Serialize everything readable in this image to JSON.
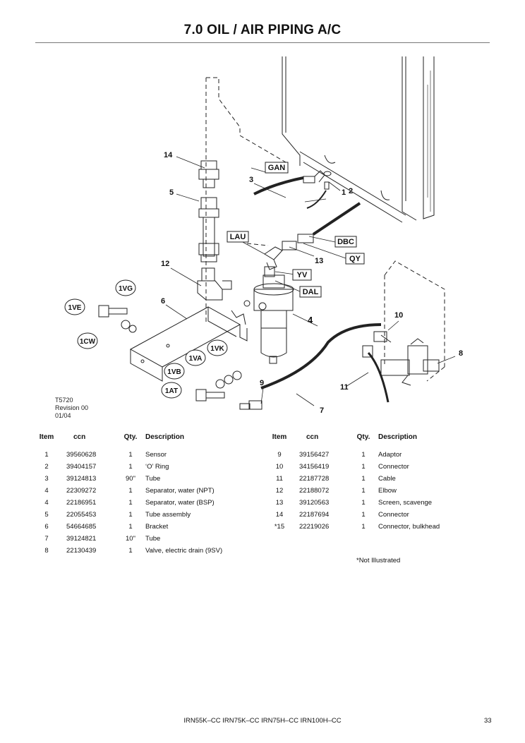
{
  "page": {
    "title": "7.0  OIL / AIR PIPING A/C",
    "footer_models": "IRN55K–CC   IRN75K–CC  IRN75H–CC  IRN100H–CC",
    "page_number": "33"
  },
  "diagram": {
    "drawing_no": "T5720",
    "revision": "Revision 00",
    "date": "01/04",
    "callouts": [
      "1",
      "2",
      "3",
      "4",
      "5",
      "6",
      "7",
      "8",
      "9",
      "10",
      "11",
      "12",
      "13",
      "14"
    ],
    "boxed_labels": [
      "GAN",
      "LAU",
      "DBC",
      "QY",
      "YV",
      "DAL"
    ],
    "circled_labels": [
      "1VG",
      "1VE",
      "1CW",
      "1VK",
      "1VA",
      "1VB",
      "1AT"
    ]
  },
  "table": {
    "headers": {
      "item": "Item",
      "ccn": "ccn",
      "qty": "Qty.",
      "description": "Description"
    },
    "left_rows": [
      {
        "item": "1",
        "ccn": "39560628",
        "qty": "1",
        "description": "Sensor"
      },
      {
        "item": "2",
        "ccn": "39404157",
        "qty": "1",
        "description": "‘O’ Ring"
      },
      {
        "item": "3",
        "ccn": "39124813",
        "qty": "90\"",
        "description": "Tube"
      },
      {
        "item": "4",
        "ccn": "22309272",
        "qty": "1",
        "description": "Separator, water (NPT)"
      },
      {
        "item": "4",
        "ccn": "22186951",
        "qty": "1",
        "description": "Separator, water (BSP)"
      },
      {
        "item": "5",
        "ccn": "22055453",
        "qty": "1",
        "description": "Tube assembly"
      },
      {
        "item": "6",
        "ccn": "54664685",
        "qty": "1",
        "description": "Bracket"
      },
      {
        "item": "7",
        "ccn": "39124821",
        "qty": "10\"",
        "description": "Tube"
      },
      {
        "item": "8",
        "ccn": "22130439",
        "qty": "1",
        "description": "Valve, electric drain (9SV)"
      }
    ],
    "right_rows": [
      {
        "item": "9",
        "ccn": "39156427",
        "qty": "1",
        "description": "Adaptor"
      },
      {
        "item": "10",
        "ccn": "34156419",
        "qty": "1",
        "description": "Connector"
      },
      {
        "item": "11",
        "ccn": "22187728",
        "qty": "1",
        "description": "Cable"
      },
      {
        "item": "12",
        "ccn": "22188072",
        "qty": "1",
        "description": "Elbow"
      },
      {
        "item": "13",
        "ccn": "39120563",
        "qty": "1",
        "description": "Screen, scavenge"
      },
      {
        "item": "14",
        "ccn": "22187694",
        "qty": "1",
        "description": "Connector"
      },
      {
        "item": "*15",
        "ccn": "22219026",
        "qty": "1",
        "description": "Connector, bulkhead"
      }
    ],
    "note": "*Not Illustrated"
  }
}
